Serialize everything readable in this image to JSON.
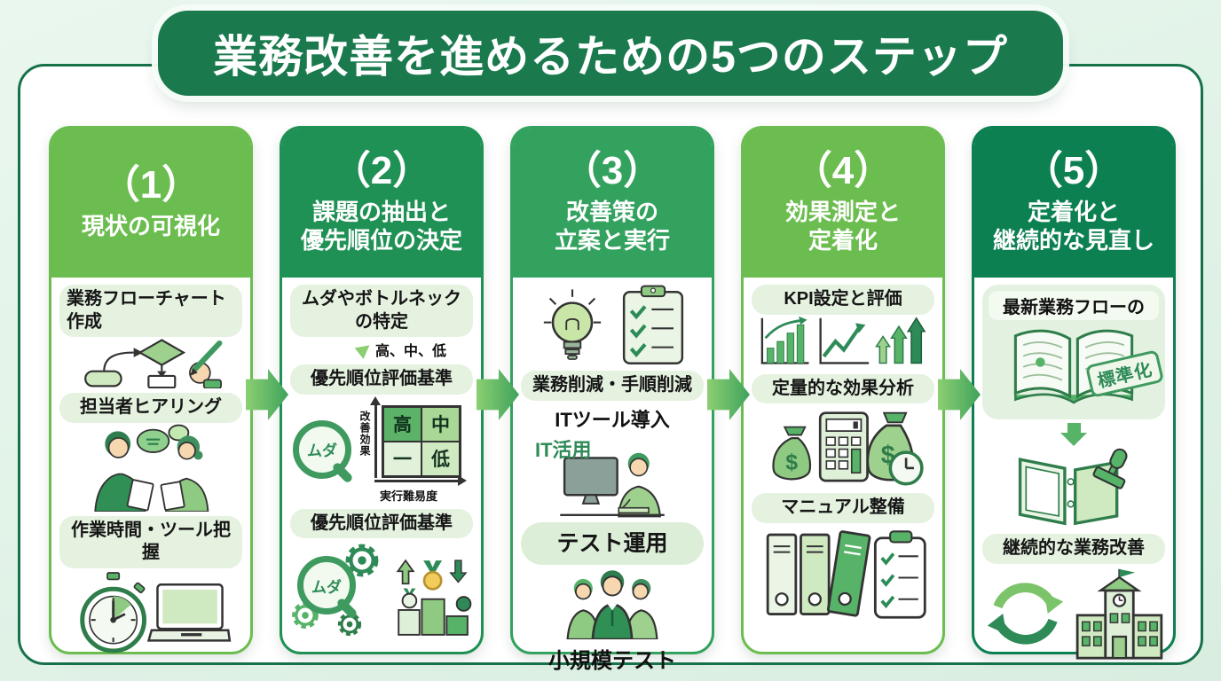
{
  "title": "業務改善を進めるための5つのステップ",
  "colors": {
    "background": "#e2f1e7",
    "banner": "#1a7a4e",
    "pill_bg": "#e5f2e0",
    "arrow": "#55b263",
    "step_accents": [
      "#6cbd4f",
      "#1f9155",
      "#33a25f",
      "#6cbd4f",
      "#0d8051"
    ]
  },
  "icons_text": {
    "dollar": "$"
  },
  "steps": [
    {
      "number": "（1）",
      "title_line1": "現状の可視化",
      "title_line2": "",
      "items": {
        "flowchart_line1": "業務フローチャート",
        "flowchart_line2": "作成",
        "hearing": "担当者ヒアリング",
        "time_tools": "作業時間・ツール把握"
      }
    },
    {
      "number": "（2）",
      "title_line1": "課題の抽出と",
      "title_line2": "優先順位の決定",
      "items": {
        "bottleneck_line1": "ムダやボトルネック",
        "bottleneck_line2": "の特定",
        "levels": "高、中、低",
        "criteria1": "優先順位評価基準",
        "criteria2": "優先順位評価基準",
        "muda": "ムダ",
        "matrix": {
          "cell_tl": "高",
          "cell_tr": "中",
          "cell_bl": "一",
          "cell_br": "低",
          "y_axis": "改善効果",
          "x_axis": "実行難易度"
        }
      }
    },
    {
      "number": "（3）",
      "title_line1": "改善策の",
      "title_line2": "立案と実行",
      "items": {
        "reduction": "業務削減・手順削減",
        "it_tool": "ITツール導入",
        "it_use": "IT活用",
        "test_run": "テスト運用",
        "small_test": "小規模テスト"
      }
    },
    {
      "number": "（4）",
      "title_line1": "効果測定と",
      "title_line2": "定着化",
      "items": {
        "kpi": "KPI設定と評価",
        "quant": "定量的な効果分析",
        "manual": "マニュアル整備"
      }
    },
    {
      "number": "（5）",
      "title_line1": "定着化と",
      "title_line2": "継続的な見直し",
      "items": {
        "latest_flow": "最新業務フローの",
        "stamp": "標準化",
        "continuous": "継続的な業務改善"
      }
    }
  ]
}
